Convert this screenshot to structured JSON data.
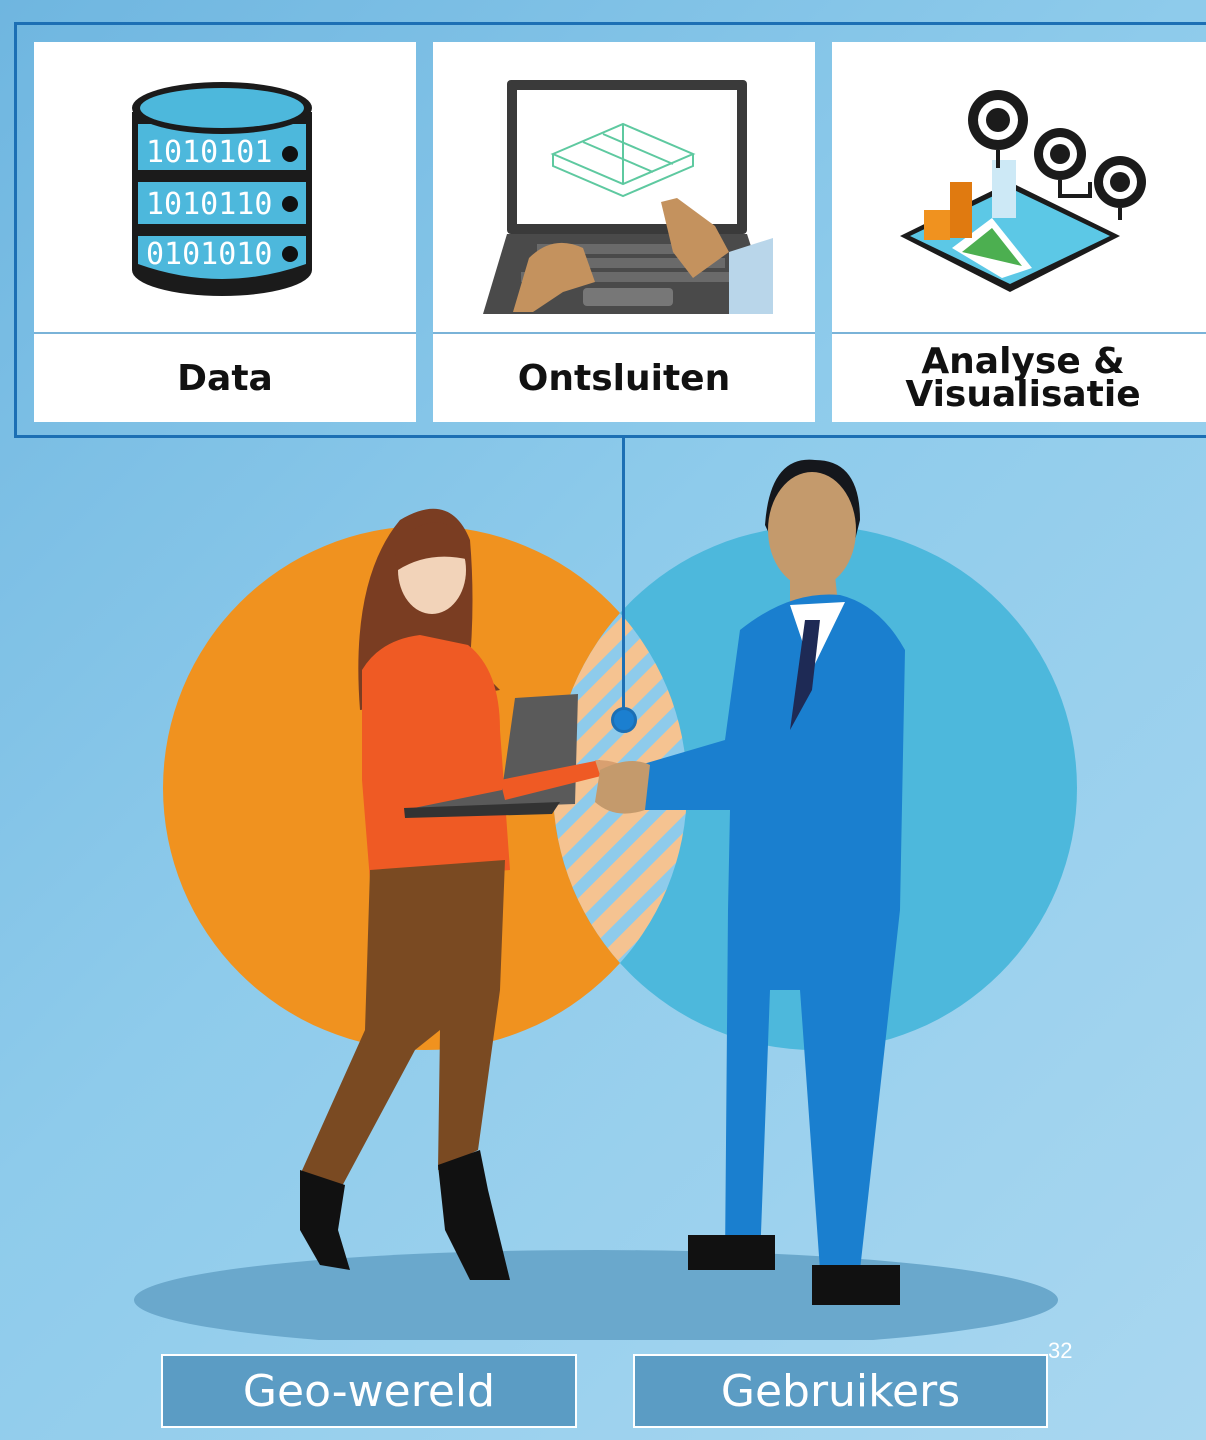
{
  "cards": [
    {
      "label": "Data",
      "icon": "database-icon"
    },
    {
      "label": "Ontsluiten",
      "icon": "laptop-icon"
    },
    {
      "label_line1": "Analyse &",
      "label_line2": "Visualisatie",
      "icon": "analytics-gears-icon"
    }
  ],
  "database_rows": [
    "1010101",
    "1010110",
    "0101010"
  ],
  "circles": {
    "left": {
      "name": "Geo-wereld",
      "color": "#f0921f"
    },
    "right": {
      "name": "Gebruikers",
      "color": "#4db8dc"
    }
  },
  "page_number": "32",
  "colors": {
    "accent": "#1c6fb4",
    "orange": "#f0921f",
    "blue": "#4db8dc"
  }
}
